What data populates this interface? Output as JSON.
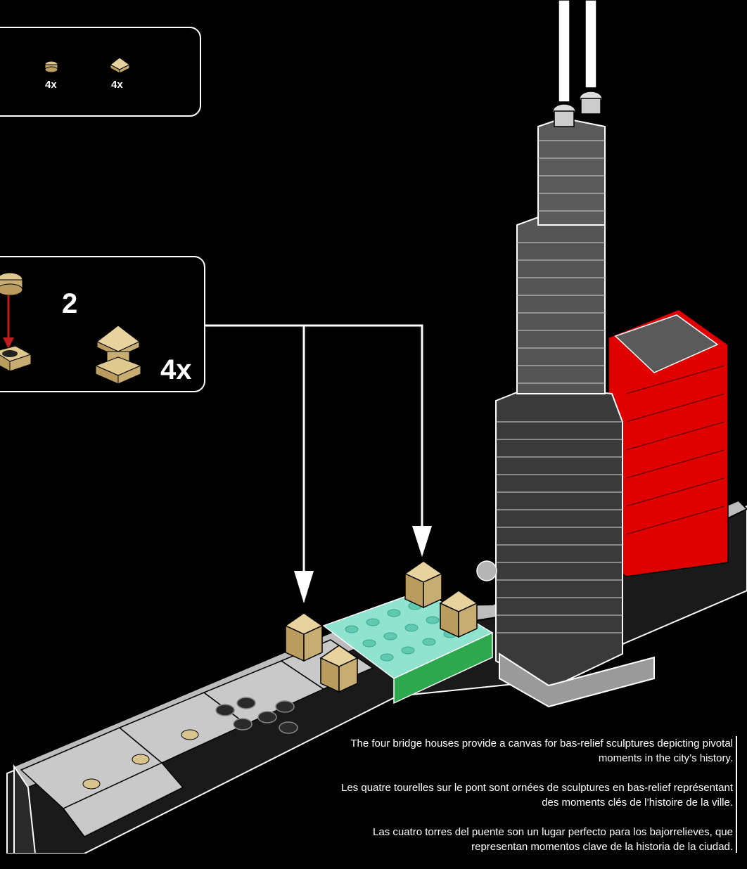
{
  "parts_list": {
    "items": [
      {
        "qty": "4x",
        "icon": "round-tan-plate-icon"
      },
      {
        "qty": "4x",
        "icon": "tan-pyramid-tile-icon"
      }
    ]
  },
  "sub_step": {
    "step_number": "2",
    "quantity": "4x"
  },
  "caption": {
    "en": "The four bridge houses provide a canvas for bas-relief sculptures depicting pivotal moments in the city’s history.",
    "fr": "Les quatre tourelles sur le pont sont ornées de sculptures en bas-relief représentant des moments clés de l’histoire de la ville.",
    "es": "Las cuatro torres del puente son un lugar perfecto para los bajorrelieves, que representan momentos clave de la historia de la ciudad."
  },
  "colors": {
    "background": "#000000",
    "tan": "#d9c38f",
    "red": "#e00000",
    "grey_tower": "#5a5a5a",
    "base_grey": "#bdbdbd",
    "trans_green": "#7fd9c4",
    "arrow_red": "#c01e1e"
  }
}
